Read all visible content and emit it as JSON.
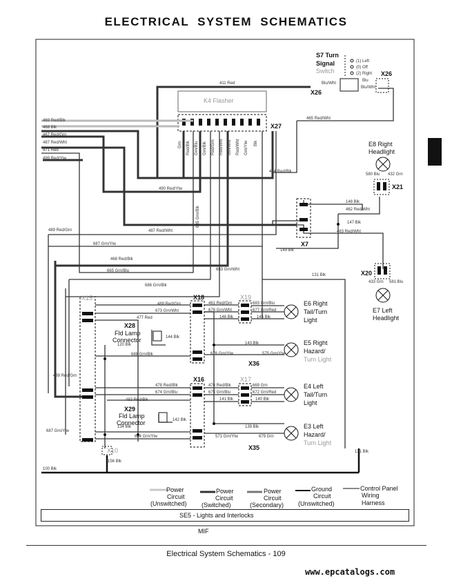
{
  "page": {
    "title": "ELECTRICAL SYSTEM SCHEMATICS",
    "caption": "SE5 - Lights and Interlocks",
    "doc_code": "MIF",
    "footer": "Electrical System Schematics - 109",
    "website": "www.epcatalogs.com"
  },
  "components": {
    "s7": {
      "line1": "S7 Turn",
      "line2": "Signal",
      "line3": "Switch"
    },
    "s7_positions": [
      "(1) Left",
      "(0) Off",
      "(2) Right"
    ],
    "k4": "K4 Flasher",
    "e8": {
      "line1": "E8 Right",
      "line2": "Headlight"
    },
    "e7": {
      "line1": "E7 Left",
      "line2": "Headlight"
    },
    "e6": {
      "line1": "E6 Right",
      "line2": "Tail/Turn",
      "line3": "Light"
    },
    "e5": {
      "line1": "E5 Right",
      "line2": "Hazard/",
      "line3": "Turn Light"
    },
    "e4": {
      "line1": "E4 Left",
      "line2": "Tail/Turn",
      "line3": "Light"
    },
    "e3": {
      "line1": "E3 Left",
      "line2": "Hazard/",
      "line3": "Turn Light"
    },
    "x28": {
      "line1": "X28",
      "line2": "Fld Lamp",
      "line3": "Connector"
    },
    "x29": {
      "line1": "X29",
      "line2": "Fld Lamp",
      "line3": "Connector"
    }
  },
  "connectors": {
    "x26a": "X26",
    "x26b": "X26",
    "x27": "X27",
    "x21": "X21",
    "x7": "X7",
    "x20": "X20",
    "x15": "X15",
    "x18": "X18",
    "x19": "X19",
    "x16": "X16",
    "x17": "X17",
    "x36": "X36",
    "x35": "X35",
    "x10": "X10"
  },
  "wires": {
    "w411": "411 Red",
    "blu_wht": "Blu/Wht",
    "blu": "Blu",
    "blu_wht2": "Blu/Wht",
    "w465": "465 Red/Wht",
    "w494": "494 Red/Blk",
    "w490": "490 Red/Ylw",
    "w469": "469 Red/Blk",
    "w468": "468 Blk",
    "w467": "467 Red/Grn",
    "w487": "487 Red/Wht",
    "w471": "471 Red",
    "w499": "499 Red/Ylw",
    "w489": "489 Red/Grn",
    "w487b": "487 Red/Wht",
    "w687": "687 Grn/Ylw",
    "w468b": "468 Red/Blk",
    "w665": "665 Grn/Blu",
    "w683": "683 Grn/Wht",
    "w685": "685 Grn/Blk",
    "w686": "686 Grn/Blk",
    "w148": "148 Blk",
    "w462": "462 Red/Wht",
    "w147": "147 Blk",
    "w463": "463 Red/Wht",
    "w149": "149 Blk",
    "w131": "131 Blk",
    "w580": "580 Blu",
    "w432": "432 Grn",
    "w433": "433 Grn",
    "w581": "581 Blu",
    "k4_pins": [
      "Grn",
      "Red/Blk",
      "Grn/Blu",
      "Grn/Blk",
      "Red/Grn",
      "Red/Wht",
      "Grn/Wht",
      "Red/Wht",
      "Grn/Ylw",
      "Blk"
    ],
    "w489c": "489 Red/Grn",
    "w673": "673 Grn/Wht",
    "w477": "477 Red",
    "w461": "461 Red/Grn",
    "w678": "678 Grn/Wht",
    "w146": "146 Blk",
    "w683c": "683 Grn/Blu",
    "w677": "677 Grn/Red",
    "w145": "145 Blk",
    "w144": "144 Blk",
    "w120": "120 Blk",
    "w688": "688 Grn/Blk",
    "w143": "143 Blk",
    "w676": "676 Grn/Ylw",
    "w575": "575 Grn/Ylw",
    "w489d": "489 Red/Grn",
    "w478": "478 Red/Blk",
    "w674": "674 Grn/Blu",
    "w483": "483 Red/Blk",
    "w476": "476 Red/Blk",
    "w675": "675 Grn/Blu",
    "w141": "141 Blk",
    "w669": "669 Grn",
    "w672": "672 Grn/Red",
    "w140": "140 Blk",
    "w142": "142 Blk",
    "w134": "134 Blk",
    "w684": "684 Grn/Ylw",
    "w571": "571 Grn/Ylw",
    "w139": "139 Blk",
    "w679": "679 Grn",
    "w687b": "687 Grn/Ylw",
    "w156": "156 Blk",
    "w131b": "131 Blk",
    "w100": "100 Blk"
  },
  "legend": [
    {
      "line1": "Power",
      "line2": "Circuit",
      "line3": "(Unswitched)",
      "color": "#c8c8c8"
    },
    {
      "line1": "Power",
      "line2": "Circuit",
      "line3": "(Switched)",
      "color": "#333333"
    },
    {
      "line1": "Power",
      "line2": "Circuit",
      "line3": "(Secondary)",
      "color": "#777777"
    },
    {
      "line1": "Ground",
      "line2": "Circuit",
      "line3": "(Unswitched)",
      "color": "#111111"
    },
    {
      "line1": "Control Panel",
      "line2": "Wiring",
      "line3": "Harness",
      "color": "#888888"
    }
  ]
}
